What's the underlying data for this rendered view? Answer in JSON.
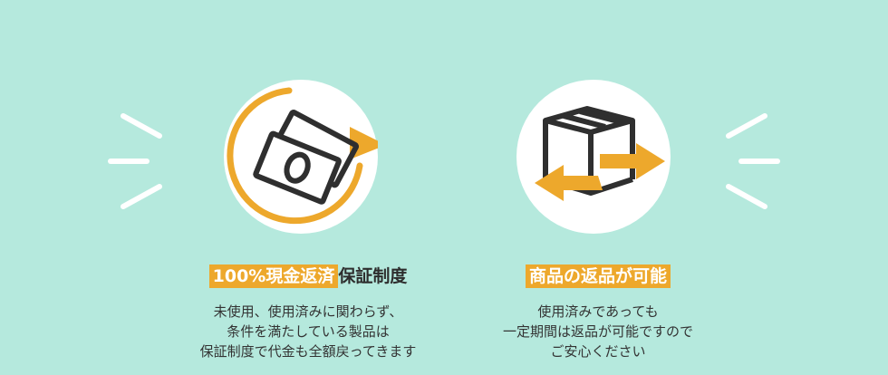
{
  "colors": {
    "background": "#b5e9dd",
    "accent": "#eda82c",
    "icon_stroke": "#2f2f2f",
    "circle": "#ffffff",
    "text": "#333333"
  },
  "features": [
    {
      "icon": "money-refund-icon",
      "heading_highlight": "100%現金返済",
      "heading_rest": "保証制度",
      "description": [
        "未使用、使用済みに関わらず、",
        "条件を満たしている製品は",
        "保証制度で代金も全額戻ってきます"
      ]
    },
    {
      "icon": "box-return-icon",
      "heading_highlight": "商品の返品が可能",
      "heading_rest": "",
      "description": [
        "使用済みであっても",
        "一定期間は返品が可能ですので",
        "ご安心ください"
      ]
    }
  ]
}
